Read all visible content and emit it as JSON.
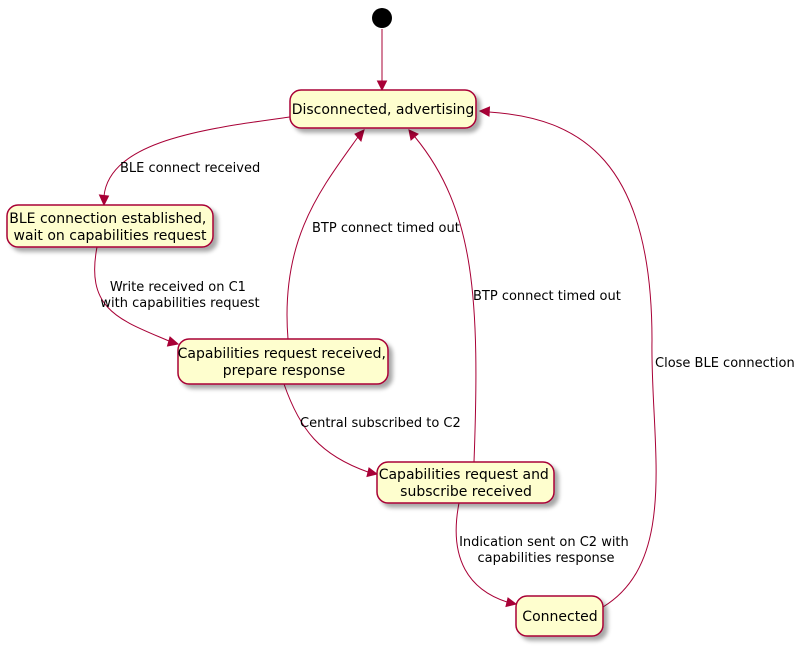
{
  "colors": {
    "state_fill": "#FEFECE",
    "state_border": "#A80036",
    "edge": "#A80036",
    "initial": "#000000",
    "text": "#000000"
  },
  "states": {
    "disconnected": {
      "lines": [
        "Disconnected, advertising"
      ]
    },
    "ble_established": {
      "lines": [
        "BLE connection established,",
        "wait on capabilities request"
      ]
    },
    "cap_request": {
      "lines": [
        "Capabilities request received,",
        "prepare response"
      ]
    },
    "cap_subscribe": {
      "lines": [
        "Capabilities request and",
        "subscribe received"
      ]
    },
    "connected": {
      "lines": [
        "Connected"
      ]
    }
  },
  "transitions": {
    "ble_connect": {
      "lines": [
        "BLE connect received"
      ]
    },
    "write_c1": {
      "lines": [
        "Write received on C1",
        "with capabilities request"
      ]
    },
    "btp_timeout_1": {
      "lines": [
        "BTP connect timed out"
      ]
    },
    "central_subscribed": {
      "lines": [
        "Central subscribed to C2"
      ]
    },
    "btp_timeout_2": {
      "lines": [
        "BTP connect timed out"
      ]
    },
    "indication_sent": {
      "lines": [
        "Indication sent on C2 with",
        "capabilities response"
      ]
    },
    "close_ble": {
      "lines": [
        "Close BLE connection"
      ]
    }
  }
}
